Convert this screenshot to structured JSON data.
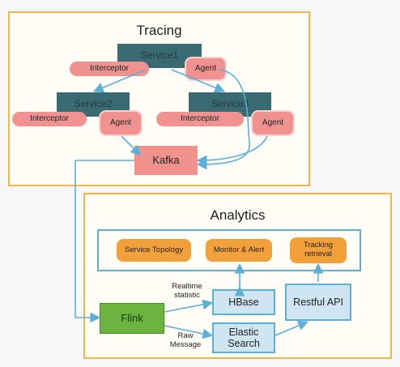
{
  "tracing": {
    "title": "Tracing",
    "services": [
      "Service1",
      "Service2",
      "Service3"
    ],
    "interceptor_label": "Interceptor",
    "agent_label": "Agent",
    "kafka_label": "Kafka"
  },
  "analytics": {
    "title": "Analytics",
    "outputs": [
      "Service Topology",
      "Monitor & Alert",
      "Tracking\nretrieval"
    ],
    "flink_label": "Flink",
    "hbase_label": "HBase",
    "elastic_label": "Elastic\nSearch",
    "restful_label": "Restful API",
    "realtime_label": "Realtime\nstatistic",
    "raw_label": "Raw\nMessage"
  },
  "colors": {
    "panel_border": "#f5b54a",
    "service": "#3a6b73",
    "interceptor": "#f0928f",
    "kafka": "#f2928d",
    "output": "#f2a13a",
    "storage": "#cfe6f2",
    "flink": "#6cb33f",
    "arrow": "#5ab0d8"
  }
}
